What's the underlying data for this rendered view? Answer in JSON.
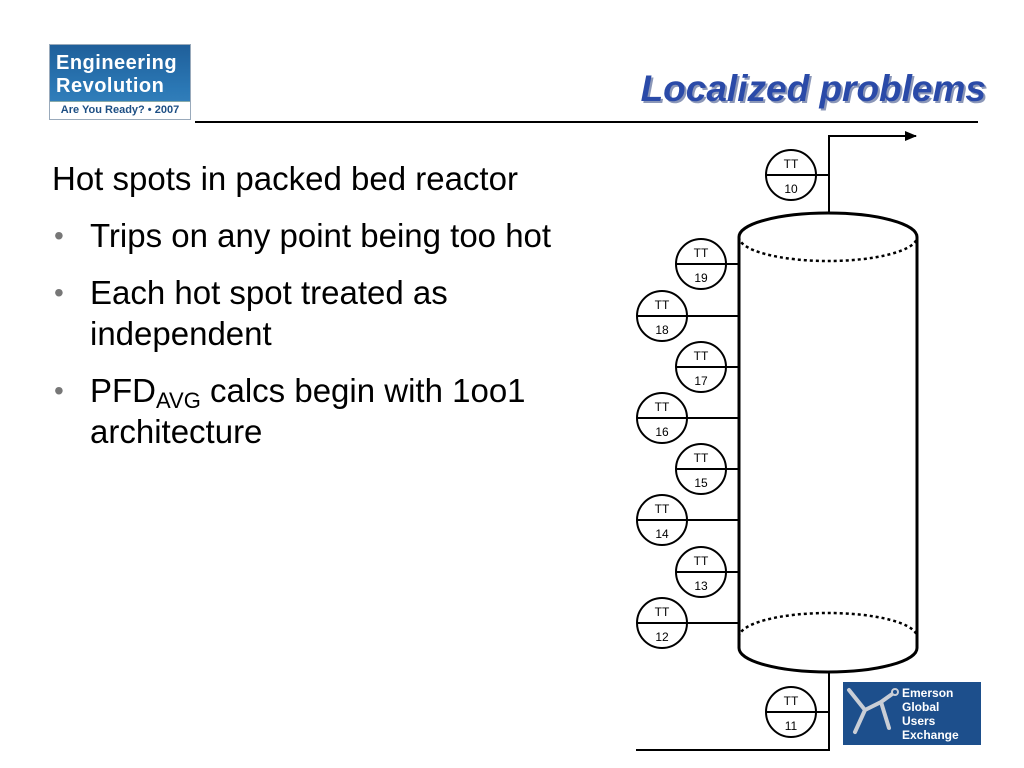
{
  "logo": {
    "line1": "Engineering",
    "line2": "Revolution",
    "tagline": "Are You Ready? • 2007"
  },
  "title": "Localized problems",
  "bullets": {
    "intro": "Hot spots in packed bed reactor",
    "items": [
      "Trips on any point being too hot",
      "Each hot spot treated as independent"
    ],
    "pfd": {
      "prefix": "PFD",
      "sub": "AVG",
      "suffix": " calcs begin with 1oo1 architecture"
    }
  },
  "diagram": {
    "instrument_type": "TT",
    "outlet_tag": "10",
    "inlet_tag": "11",
    "side_tags": [
      "19",
      "18",
      "17",
      "16",
      "15",
      "14",
      "13",
      "12"
    ]
  },
  "footer_logo": {
    "lines": [
      "Emerson",
      "Global",
      "Users",
      "Exchange"
    ]
  }
}
